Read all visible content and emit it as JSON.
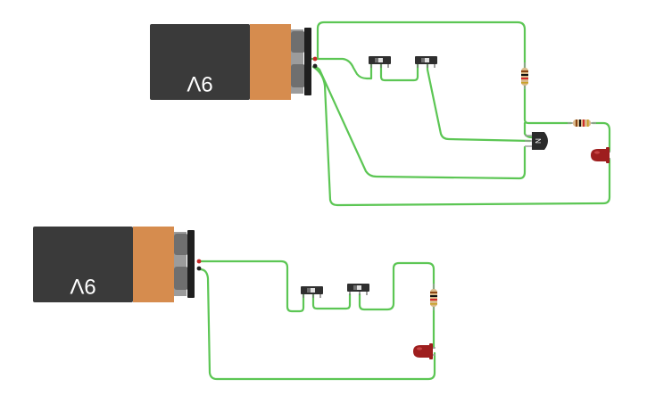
{
  "batteries": [
    {
      "label": "9V"
    },
    {
      "label": "9V"
    }
  ],
  "transistor": {
    "label": "N"
  },
  "colors": {
    "wire": "#5cc654",
    "battery_body": "#3a3a3a",
    "battery_band": "#d68c4e",
    "terminal": "#9c9c9c",
    "terminal_dark": "#6f6f6f",
    "led": "#9e1e1e",
    "led_highlight": "#c74444",
    "resistor_body": "#d9b98a",
    "switch_body": "#2f2f2f",
    "transistor_body": "#2b2b2b"
  }
}
